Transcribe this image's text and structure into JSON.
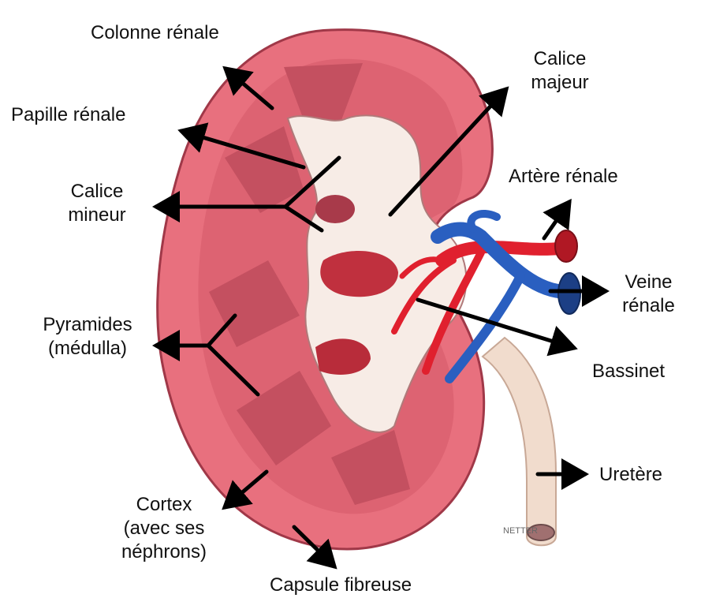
{
  "labels": {
    "colonne_renale": "Colonne rénale",
    "papille_renale": "Papille rénale",
    "calice_mineur": [
      "Calice",
      "mineur"
    ],
    "calice_majeur": [
      "Calice",
      "majeur"
    ],
    "artere_renale": "Artère rénale",
    "veine_renale": [
      "Veine",
      "rénale"
    ],
    "bassinet": "Bassinet",
    "pyramides": [
      "Pyramides",
      "(médulla)"
    ],
    "uretere": "Uretère",
    "cortex": [
      "Cortex",
      "(avec ses",
      "néphrons)"
    ],
    "capsule_fibreuse": "Capsule fibreuse"
  },
  "signature": "NETTER",
  "colors": {
    "cortex": "#e8707e",
    "medulla": "#cf5a6a",
    "pelvis": "#f7ece6",
    "artery": "#e0202e",
    "vein": "#2a5fc0",
    "ureter": "#f1dccd"
  }
}
